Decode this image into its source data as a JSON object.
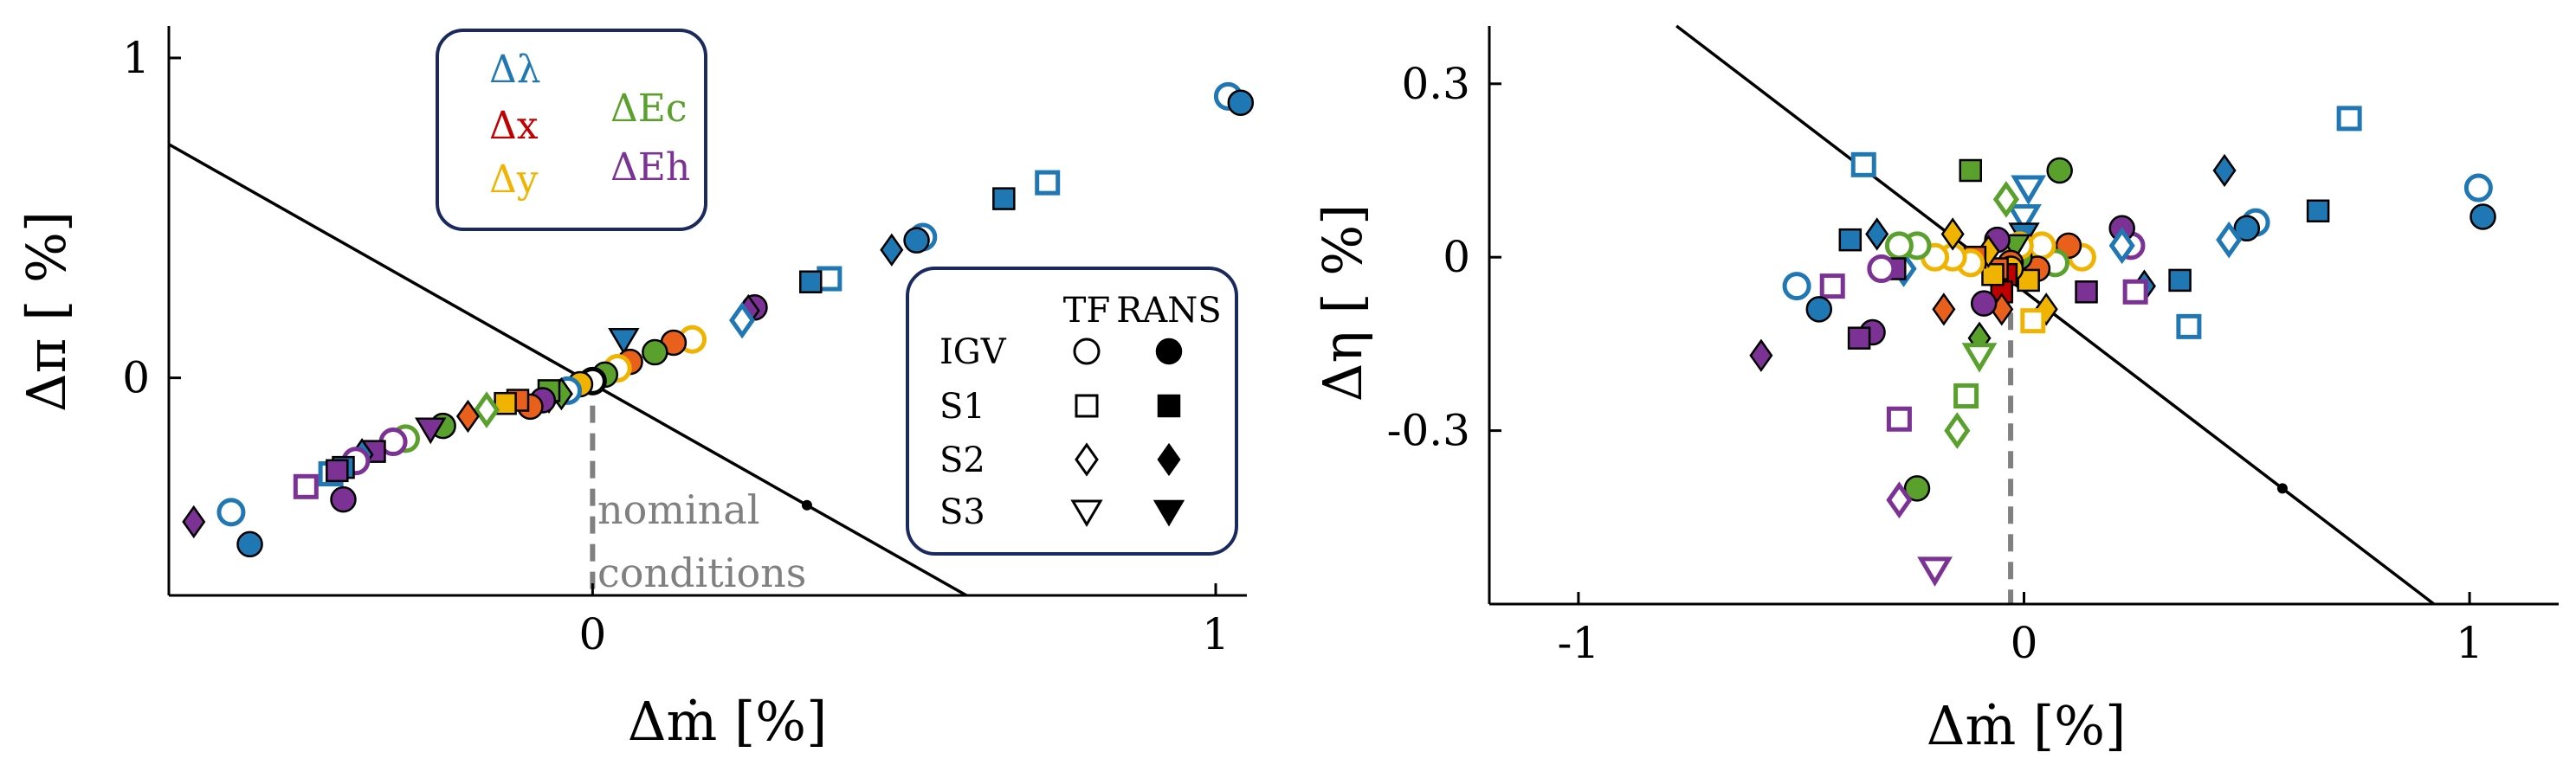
{
  "colors": {
    "dlambda": "#1f77b4",
    "dx": "#c00000",
    "dy": "#f0b400",
    "dEc": "#5aa02c",
    "dEh": "#7b3294",
    "orange": "#e8601c",
    "gray": "#808080"
  },
  "legend_vars": [
    {
      "label": "Δλ",
      "color": "#1f77b4"
    },
    {
      "label": "Δx",
      "color": "#c00000"
    },
    {
      "label": "Δy",
      "color": "#f0b400"
    },
    {
      "label": "ΔEc",
      "color": "#5aa02c"
    },
    {
      "label": "ΔEh",
      "color": "#7b3294"
    }
  ],
  "legend_markers": {
    "col_tf": "TF",
    "col_rans": "RANS",
    "rows": [
      "IGV",
      "S1",
      "S2",
      "S3"
    ]
  },
  "annotation": {
    "line1": "nominal",
    "line2": "conditions"
  },
  "chart_data": [
    {
      "type": "scatter",
      "xlabel": "Δṁ [%]",
      "ylabel": "Δπ [ %]",
      "xlim": [
        -0.68,
        1.05
      ],
      "ylim": [
        -0.68,
        1.1
      ],
      "xticks": [
        {
          "v": 0,
          "t": "0"
        },
        {
          "v": 1,
          "t": "1"
        }
      ],
      "yticks": [
        {
          "v": 0,
          "t": "0"
        },
        {
          "v": 1,
          "t": "1"
        }
      ],
      "line": {
        "x": [
          -0.68,
          0.6
        ],
        "y": [
          0.73,
          -0.68
        ]
      },
      "nominal_line": {
        "x": 0,
        "y": [
          0,
          -0.68
        ]
      },
      "points": [
        {
          "x": 1.02,
          "y": 0.88,
          "c": "#1f77b4",
          "m": "circle",
          "f": false
        },
        {
          "x": 1.04,
          "y": 0.86,
          "c": "#1f77b4",
          "m": "circle",
          "f": true
        },
        {
          "x": 0.73,
          "y": 0.61,
          "c": "#1f77b4",
          "m": "square",
          "f": false
        },
        {
          "x": 0.66,
          "y": 0.56,
          "c": "#1f77b4",
          "m": "square",
          "f": true
        },
        {
          "x": 0.53,
          "y": 0.44,
          "c": "#1f77b4",
          "m": "circle",
          "f": false
        },
        {
          "x": 0.52,
          "y": 0.43,
          "c": "#1f77b4",
          "m": "circle",
          "f": true
        },
        {
          "x": 0.48,
          "y": 0.4,
          "c": "#1f77b4",
          "m": "diamond",
          "f": true
        },
        {
          "x": 0.38,
          "y": 0.31,
          "c": "#1f77b4",
          "m": "square",
          "f": false
        },
        {
          "x": 0.35,
          "y": 0.3,
          "c": "#1f77b4",
          "m": "square",
          "f": true
        },
        {
          "x": 0.26,
          "y": 0.22,
          "c": "#7b3294",
          "m": "circle",
          "f": true
        },
        {
          "x": 0.25,
          "y": 0.21,
          "c": "#7b3294",
          "m": "diamond",
          "f": true
        },
        {
          "x": 0.24,
          "y": 0.18,
          "c": "#1f77b4",
          "m": "diamond",
          "f": false
        },
        {
          "x": 0.16,
          "y": 0.12,
          "c": "#f0b400",
          "m": "circle",
          "f": false
        },
        {
          "x": 0.13,
          "y": 0.11,
          "c": "#e8601c",
          "m": "circle",
          "f": true
        },
        {
          "x": 0.1,
          "y": 0.08,
          "c": "#5aa02c",
          "m": "circle",
          "f": true
        },
        {
          "x": 0.05,
          "y": 0.12,
          "c": "#1f77b4",
          "m": "triangle",
          "f": true
        },
        {
          "x": 0.06,
          "y": 0.05,
          "c": "#e8601c",
          "m": "circle",
          "f": true
        },
        {
          "x": 0.04,
          "y": 0.03,
          "c": "#f0b400",
          "m": "circle",
          "f": false
        },
        {
          "x": 0.02,
          "y": 0.01,
          "c": "#5aa02c",
          "m": "circle",
          "f": true
        },
        {
          "x": 0.0,
          "y": -0.01,
          "c": "#000000",
          "m": "circle",
          "f": false
        },
        {
          "x": -0.02,
          "y": -0.02,
          "c": "#f0b400",
          "m": "circle",
          "f": true
        },
        {
          "x": -0.04,
          "y": -0.04,
          "c": "#1f77b4",
          "m": "circle",
          "f": false
        },
        {
          "x": -0.05,
          "y": -0.05,
          "c": "#5aa02c",
          "m": "diamond",
          "f": true
        },
        {
          "x": -0.07,
          "y": -0.06,
          "c": "#f0b400",
          "m": "diamond",
          "f": true
        },
        {
          "x": -0.07,
          "y": -0.04,
          "c": "#5aa02c",
          "m": "square",
          "f": true
        },
        {
          "x": -0.08,
          "y": -0.07,
          "c": "#7b3294",
          "m": "circle",
          "f": true
        },
        {
          "x": -0.1,
          "y": -0.09,
          "c": "#e8601c",
          "m": "circle",
          "f": true
        },
        {
          "x": -0.12,
          "y": -0.07,
          "c": "#e8601c",
          "m": "square",
          "f": true
        },
        {
          "x": -0.14,
          "y": -0.08,
          "c": "#f0b400",
          "m": "square",
          "f": true
        },
        {
          "x": -0.17,
          "y": -0.1,
          "c": "#5aa02c",
          "m": "diamond",
          "f": false
        },
        {
          "x": -0.2,
          "y": -0.12,
          "c": "#e8601c",
          "m": "diamond",
          "f": true
        },
        {
          "x": -0.24,
          "y": -0.15,
          "c": "#5aa02c",
          "m": "circle",
          "f": true
        },
        {
          "x": -0.26,
          "y": -0.16,
          "c": "#7b3294",
          "m": "triangle",
          "f": true
        },
        {
          "x": -0.3,
          "y": -0.19,
          "c": "#5aa02c",
          "m": "circle",
          "f": false
        },
        {
          "x": -0.32,
          "y": -0.2,
          "c": "#7b3294",
          "m": "circle",
          "f": false
        },
        {
          "x": -0.35,
          "y": -0.23,
          "c": "#7b3294",
          "m": "square",
          "f": true
        },
        {
          "x": -0.37,
          "y": -0.24,
          "c": "#1f77b4",
          "m": "diamond",
          "f": true
        },
        {
          "x": -0.38,
          "y": -0.26,
          "c": "#7b3294",
          "m": "circle",
          "f": false
        },
        {
          "x": -0.4,
          "y": -0.28,
          "c": "#1f77b4",
          "m": "square",
          "f": true
        },
        {
          "x": -0.42,
          "y": -0.3,
          "c": "#1f77b4",
          "m": "square",
          "f": false
        },
        {
          "x": -0.41,
          "y": -0.29,
          "c": "#7b3294",
          "m": "square",
          "f": true
        },
        {
          "x": -0.4,
          "y": -0.38,
          "c": "#7b3294",
          "m": "circle",
          "f": true
        },
        {
          "x": -0.46,
          "y": -0.34,
          "c": "#7b3294",
          "m": "square",
          "f": false
        },
        {
          "x": -0.58,
          "y": -0.42,
          "c": "#1f77b4",
          "m": "circle",
          "f": false
        },
        {
          "x": -0.55,
          "y": -0.52,
          "c": "#1f77b4",
          "m": "circle",
          "f": true
        },
        {
          "x": -0.64,
          "y": -0.45,
          "c": "#7b3294",
          "m": "diamond",
          "f": true
        }
      ]
    },
    {
      "type": "scatter",
      "xlabel": "Δṁ [%]",
      "ylabel": "Δη [ %]",
      "xlim": [
        -1.2,
        1.2
      ],
      "ylim": [
        -0.6,
        0.4
      ],
      "xticks": [
        {
          "v": -1,
          "t": "-1"
        },
        {
          "v": 0,
          "t": "0"
        },
        {
          "v": 1,
          "t": "1"
        }
      ],
      "yticks": [
        {
          "v": -0.3,
          "t": "-0.3"
        },
        {
          "v": 0,
          "t": "0"
        },
        {
          "v": 0.3,
          "t": "0.3"
        }
      ],
      "line": {
        "x": [
          -0.78,
          0.92
        ],
        "y": [
          0.4,
          -0.6
        ]
      },
      "nominal_line": {
        "x": -0.03,
        "y": [
          0,
          -0.6
        ]
      },
      "points": [
        {
          "x": 1.02,
          "y": 0.12,
          "c": "#1f77b4",
          "m": "circle",
          "f": false
        },
        {
          "x": 1.03,
          "y": 0.07,
          "c": "#1f77b4",
          "m": "circle",
          "f": true
        },
        {
          "x": 0.73,
          "y": 0.24,
          "c": "#1f77b4",
          "m": "square",
          "f": false
        },
        {
          "x": 0.66,
          "y": 0.08,
          "c": "#1f77b4",
          "m": "square",
          "f": true
        },
        {
          "x": 0.52,
          "y": 0.06,
          "c": "#1f77b4",
          "m": "circle",
          "f": false
        },
        {
          "x": 0.5,
          "y": 0.05,
          "c": "#1f77b4",
          "m": "circle",
          "f": true
        },
        {
          "x": 0.46,
          "y": 0.03,
          "c": "#1f77b4",
          "m": "diamond",
          "f": false
        },
        {
          "x": 0.45,
          "y": 0.15,
          "c": "#1f77b4",
          "m": "diamond",
          "f": true
        },
        {
          "x": 0.37,
          "y": -0.12,
          "c": "#1f77b4",
          "m": "square",
          "f": false
        },
        {
          "x": 0.35,
          "y": -0.04,
          "c": "#1f77b4",
          "m": "square",
          "f": true
        },
        {
          "x": 0.27,
          "y": -0.05,
          "c": "#1f77b4",
          "m": "diamond",
          "f": true
        },
        {
          "x": 0.25,
          "y": -0.06,
          "c": "#7b3294",
          "m": "square",
          "f": false
        },
        {
          "x": 0.24,
          "y": 0.02,
          "c": "#7b3294",
          "m": "circle",
          "f": false
        },
        {
          "x": 0.22,
          "y": 0.05,
          "c": "#7b3294",
          "m": "circle",
          "f": true
        },
        {
          "x": 0.22,
          "y": 0.02,
          "c": "#1f77b4",
          "m": "diamond",
          "f": false
        },
        {
          "x": 0.14,
          "y": -0.06,
          "c": "#7b3294",
          "m": "square",
          "f": true
        },
        {
          "x": 0.13,
          "y": 0.0,
          "c": "#f0b400",
          "m": "circle",
          "f": false
        },
        {
          "x": 0.1,
          "y": 0.02,
          "c": "#e8601c",
          "m": "circle",
          "f": true
        },
        {
          "x": 0.08,
          "y": 0.15,
          "c": "#5aa02c",
          "m": "circle",
          "f": true
        },
        {
          "x": 0.07,
          "y": -0.01,
          "c": "#5aa02c",
          "m": "circle",
          "f": false
        },
        {
          "x": 0.05,
          "y": -0.09,
          "c": "#f0b400",
          "m": "diamond",
          "f": true
        },
        {
          "x": 0.04,
          "y": 0.02,
          "c": "#f0b400",
          "m": "circle",
          "f": false
        },
        {
          "x": 0.03,
          "y": -0.02,
          "c": "#e8601c",
          "m": "circle",
          "f": true
        },
        {
          "x": 0.02,
          "y": -0.11,
          "c": "#f0b400",
          "m": "square",
          "f": false
        },
        {
          "x": 0.01,
          "y": -0.04,
          "c": "#f0b400",
          "m": "square",
          "f": true
        },
        {
          "x": 0.01,
          "y": 0.12,
          "c": "#1f77b4",
          "m": "triangle",
          "f": false
        },
        {
          "x": 0.0,
          "y": 0.07,
          "c": "#1f77b4",
          "m": "triangle",
          "f": false
        },
        {
          "x": 0.0,
          "y": 0.04,
          "c": "#1f77b4",
          "m": "triangle",
          "f": true
        },
        {
          "x": -0.01,
          "y": 0.0,
          "c": "#5aa02c",
          "m": "circle",
          "f": true
        },
        {
          "x": -0.01,
          "y": 0.02,
          "c": "#f0b400",
          "m": "circle",
          "f": false
        },
        {
          "x": -0.02,
          "y": 0.02,
          "c": "#5aa02c",
          "m": "triangle",
          "f": true
        },
        {
          "x": -0.03,
          "y": -0.01,
          "c": "#e8601c",
          "m": "circle",
          "f": true
        },
        {
          "x": -0.03,
          "y": -0.02,
          "c": "#f0b400",
          "m": "circle",
          "f": true
        },
        {
          "x": -0.04,
          "y": 0.1,
          "c": "#5aa02c",
          "m": "diamond",
          "f": false
        },
        {
          "x": -0.04,
          "y": -0.03,
          "c": "#c00000",
          "m": "square",
          "f": true
        },
        {
          "x": -0.05,
          "y": -0.06,
          "c": "#c00000",
          "m": "square",
          "f": true
        },
        {
          "x": -0.05,
          "y": -0.09,
          "c": "#e8601c",
          "m": "diamond",
          "f": true
        },
        {
          "x": -0.06,
          "y": 0.03,
          "c": "#7b3294",
          "m": "circle",
          "f": true
        },
        {
          "x": -0.06,
          "y": -0.02,
          "c": "#e8601c",
          "m": "square",
          "f": true
        },
        {
          "x": -0.07,
          "y": -0.03,
          "c": "#f0b400",
          "m": "square",
          "f": true
        },
        {
          "x": -0.08,
          "y": 0.01,
          "c": "#f0b400",
          "m": "diamond",
          "f": true
        },
        {
          "x": -0.09,
          "y": -0.08,
          "c": "#7b3294",
          "m": "circle",
          "f": true
        },
        {
          "x": -0.1,
          "y": -0.14,
          "c": "#5aa02c",
          "m": "diamond",
          "f": true
        },
        {
          "x": -0.1,
          "y": -0.17,
          "c": "#5aa02c",
          "m": "triangle",
          "f": false
        },
        {
          "x": -0.11,
          "y": 0.0,
          "c": "#e8601c",
          "m": "square",
          "f": true
        },
        {
          "x": -0.12,
          "y": -0.01,
          "c": "#f0b400",
          "m": "circle",
          "f": false
        },
        {
          "x": -0.12,
          "y": 0.15,
          "c": "#5aa02c",
          "m": "square",
          "f": true
        },
        {
          "x": -0.13,
          "y": -0.24,
          "c": "#5aa02c",
          "m": "square",
          "f": false
        },
        {
          "x": -0.15,
          "y": -0.3,
          "c": "#5aa02c",
          "m": "diamond",
          "f": false
        },
        {
          "x": -0.16,
          "y": 0.0,
          "c": "#f0b400",
          "m": "circle",
          "f": false
        },
        {
          "x": -0.16,
          "y": 0.04,
          "c": "#f0b400",
          "m": "diamond",
          "f": true
        },
        {
          "x": -0.18,
          "y": -0.09,
          "c": "#e8601c",
          "m": "diamond",
          "f": true
        },
        {
          "x": -0.2,
          "y": -0.54,
          "c": "#7b3294",
          "m": "triangle",
          "f": false
        },
        {
          "x": -0.2,
          "y": 0.0,
          "c": "#f0b400",
          "m": "circle",
          "f": false
        },
        {
          "x": -0.24,
          "y": -0.4,
          "c": "#5aa02c",
          "m": "circle",
          "f": true
        },
        {
          "x": -0.24,
          "y": 0.02,
          "c": "#5aa02c",
          "m": "circle",
          "f": false
        },
        {
          "x": -0.27,
          "y": -0.02,
          "c": "#1f77b4",
          "m": "diamond",
          "f": false
        },
        {
          "x": -0.28,
          "y": -0.28,
          "c": "#7b3294",
          "m": "square",
          "f": false
        },
        {
          "x": -0.28,
          "y": -0.42,
          "c": "#7b3294",
          "m": "diamond",
          "f": false
        },
        {
          "x": -0.28,
          "y": 0.02,
          "c": "#5aa02c",
          "m": "circle",
          "f": false
        },
        {
          "x": -0.29,
          "y": -0.02,
          "c": "#7b3294",
          "m": "square",
          "f": true
        },
        {
          "x": -0.32,
          "y": -0.02,
          "c": "#7b3294",
          "m": "circle",
          "f": false
        },
        {
          "x": -0.33,
          "y": 0.04,
          "c": "#1f77b4",
          "m": "diamond",
          "f": true
        },
        {
          "x": -0.34,
          "y": -0.13,
          "c": "#7b3294",
          "m": "circle",
          "f": true
        },
        {
          "x": -0.36,
          "y": 0.16,
          "c": "#1f77b4",
          "m": "square",
          "f": false
        },
        {
          "x": -0.37,
          "y": -0.14,
          "c": "#7b3294",
          "m": "square",
          "f": true
        },
        {
          "x": -0.39,
          "y": 0.03,
          "c": "#1f77b4",
          "m": "square",
          "f": true
        },
        {
          "x": -0.43,
          "y": -0.05,
          "c": "#7b3294",
          "m": "square",
          "f": false
        },
        {
          "x": -0.46,
          "y": -0.09,
          "c": "#1f77b4",
          "m": "circle",
          "f": true
        },
        {
          "x": -0.51,
          "y": -0.05,
          "c": "#1f77b4",
          "m": "circle",
          "f": false
        },
        {
          "x": -0.59,
          "y": -0.17,
          "c": "#7b3294",
          "m": "diamond",
          "f": true
        }
      ]
    }
  ]
}
